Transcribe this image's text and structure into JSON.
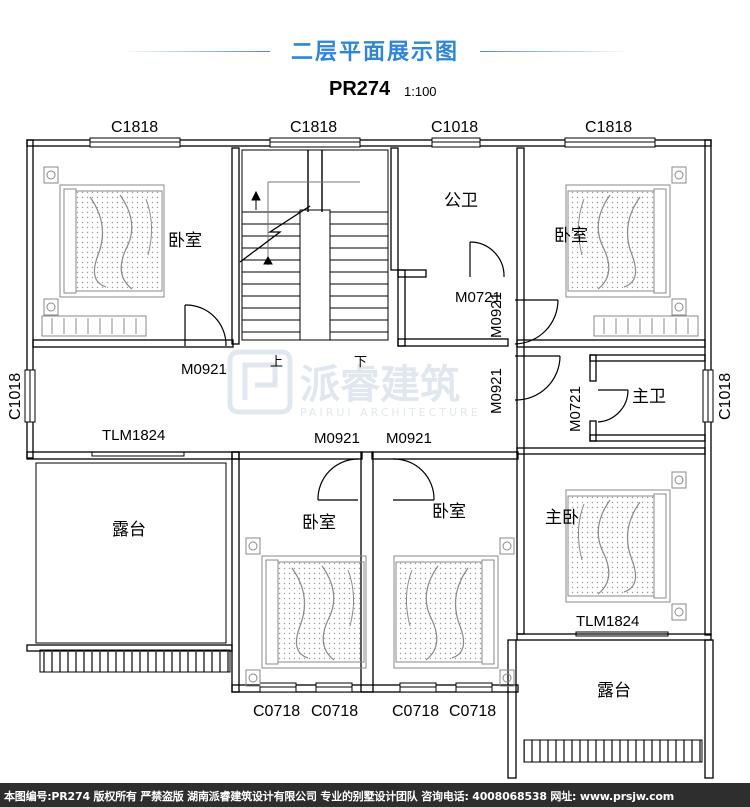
{
  "header": {
    "title": "二层平面展示图",
    "code": "PR274",
    "scale": "1:100"
  },
  "watermark": {
    "name": "派睿建筑",
    "sub": "PAIRUI ARCHITECTURE"
  },
  "rooms": {
    "bedroom_nw": "卧室",
    "public_bath": "公卫",
    "bedroom_ne": "卧室",
    "master_bath": "主卫",
    "terrace_w": "露台",
    "bedroom_s1": "卧室",
    "bedroom_s2": "卧室",
    "master_bedroom": "主卧",
    "terrace_se": "露台"
  },
  "stair": {
    "up": "上",
    "down": "下"
  },
  "windows": {
    "top_1": "C1818",
    "top_2": "C1818",
    "top_3": "C1018",
    "top_4": "C1818",
    "left": "C1018",
    "right": "C1018",
    "bottom_1": "C0718",
    "bottom_2": "C0718",
    "bottom_3": "C0718",
    "bottom_4": "C0718"
  },
  "doors": {
    "bedroom_nw": "M0921",
    "public_bath": "M0721",
    "bedroom_ne": "M0921",
    "master_bedroom": "M0921",
    "master_bath": "M0721",
    "bedroom_s1": "M0921",
    "bedroom_s2": "M0921",
    "sliding_w": "TLM1824",
    "sliding_se": "TLM1824"
  },
  "footer": {
    "text": "本图编号:PR274 版权所有 严禁盗版 湖南派睿建筑设计有限公司 专业的别墅设计团队 咨询电话: 4008068538 网址: www.prsjw.com"
  },
  "colors": {
    "accent": "#2f86d6",
    "wall": "#000000",
    "footer_bg": "#2e2e2e",
    "furniture": "#8a8a8a"
  }
}
